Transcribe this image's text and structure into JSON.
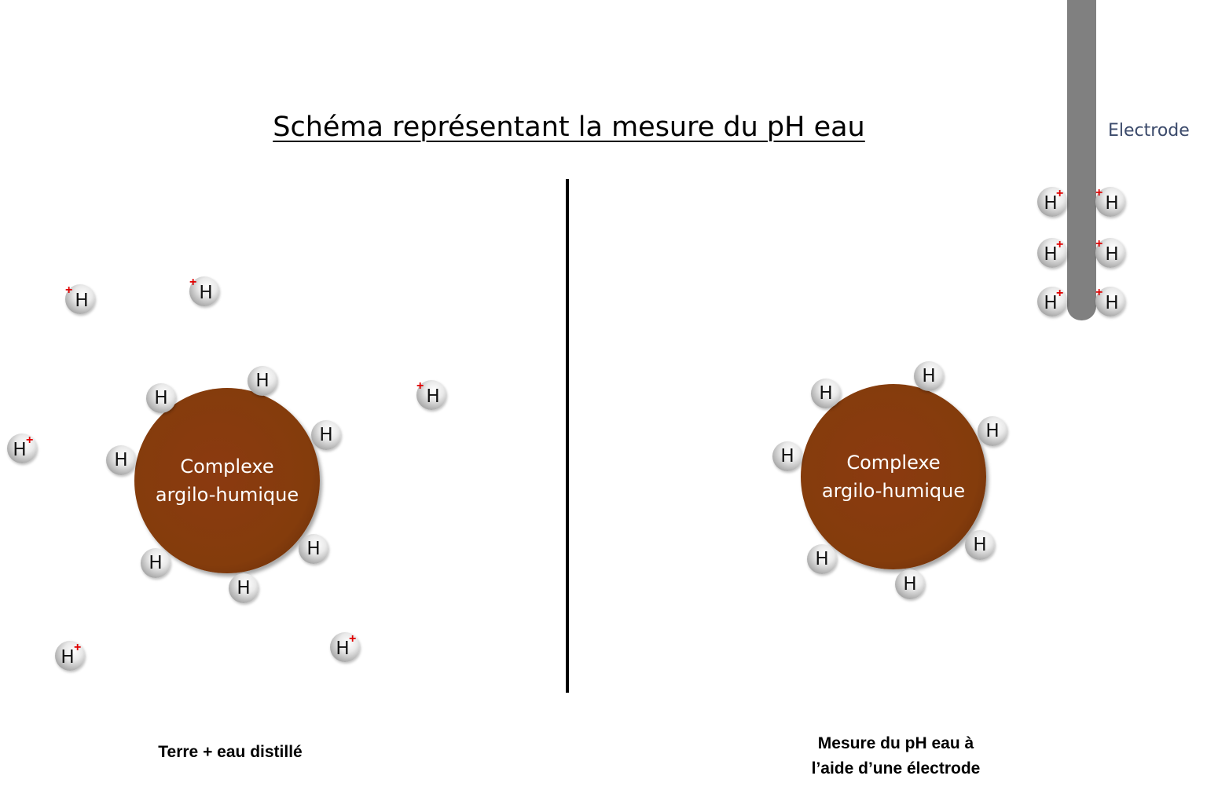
{
  "title": "Schéma représentant la mesure du pH eau",
  "electrode_label": "Electrode",
  "complex": {
    "line1": "Complexe",
    "line2": "argilo-humique"
  },
  "atom_symbol": "H",
  "ion_charge": "+",
  "captions": {
    "left": "Terre + eau distillé",
    "right_line1": "Mesure du pH eau à",
    "right_line2": "l’aide d’une électrode"
  },
  "colors": {
    "complex": "#843c0c",
    "electrode": "#808080",
    "charge": "#e00000",
    "electrode_label": "#3b4a6b"
  }
}
